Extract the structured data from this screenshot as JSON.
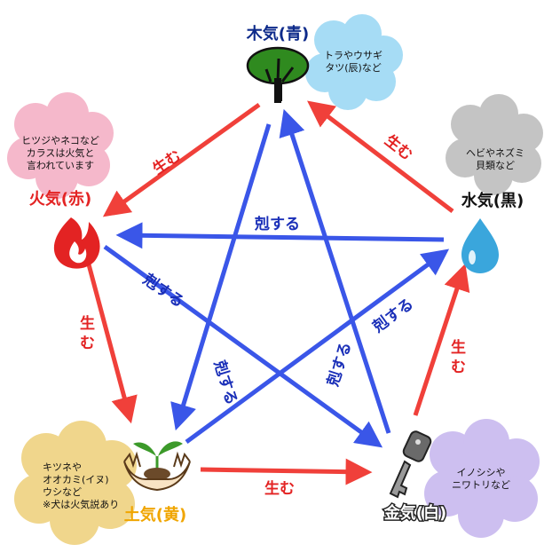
{
  "elements": {
    "wood": {
      "label": "木気(青)",
      "color": "#0d2a8a",
      "note": [
        "トラやウサギ",
        "タツ(辰)など"
      ],
      "flower_color": "#a6dcf5"
    },
    "fire": {
      "label": "火気(赤)",
      "color": "#e32323",
      "note": [
        "ヒツジやネコなど",
        "カラスは火気と",
        "言われています"
      ],
      "flower_color": "#f5b8cb"
    },
    "water": {
      "label": "水気(黒)",
      "color": "#111111",
      "note": [
        "ヘビやネズミ",
        "貝類など"
      ],
      "flower_color": "#c4c4c4"
    },
    "earth": {
      "label": "土気(黄)",
      "color": "#f0a500",
      "note": [
        "キツネや",
        "オオカミ(イヌ)",
        "ウシなど",
        "※犬は火気説あり"
      ],
      "flower_color": "#f0d68c"
    },
    "metal": {
      "label": "金気(白)",
      "color": "#ffffff",
      "note": [
        "イノシシや",
        "ニワトリなど"
      ],
      "flower_color": "#cdbff0"
    }
  },
  "relations": {
    "generate_label": "生む",
    "generate_color": "#f0403a",
    "overcome_label": "剋する",
    "overcome_color": "#3a56e8",
    "overcome_text_color": "#1a2fb8"
  },
  "icons": {
    "wood": "tree-icon",
    "fire": "flame-icon",
    "water": "water-drop-icon",
    "earth": "sprout-in-hands-icon",
    "metal": "key-icon"
  }
}
